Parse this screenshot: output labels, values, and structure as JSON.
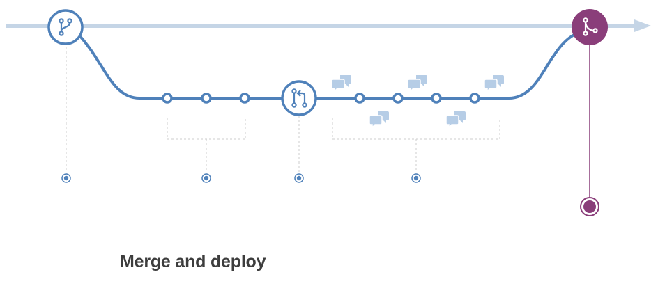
{
  "caption": "Merge and deploy",
  "colors": {
    "main_line": "#c5d5e6",
    "branch_line": "#4f81ba",
    "merge": "#8a3e7a",
    "guide": "#c8c8c8",
    "comment_icon": "#b6cde6",
    "text": "#3d3d3d"
  },
  "icons": {
    "branch": "branch-icon",
    "pull_request": "pull-request-icon",
    "merge": "merge-icon",
    "comment": "comment-bubbles-icon",
    "commit": "commit-dot",
    "step": "step-marker-dot",
    "deploy": "deploy-marker"
  }
}
